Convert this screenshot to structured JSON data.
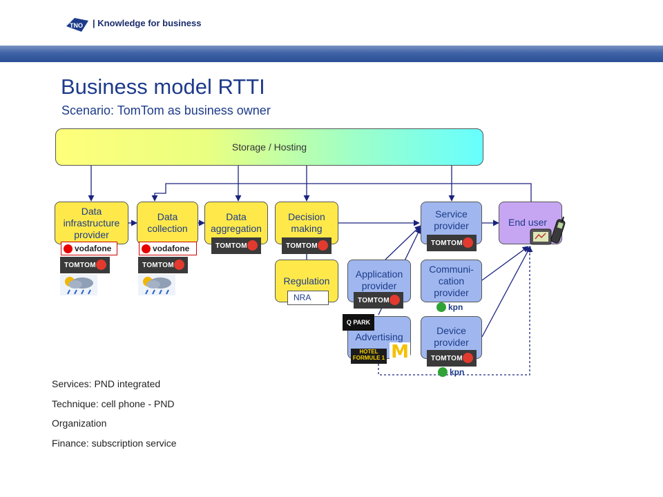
{
  "header": {
    "tagline": "| Knowledge for business"
  },
  "slide": {
    "title": "Business model RTTI",
    "subtitle": "Scenario: TomTom as business owner"
  },
  "nodes": {
    "storage": "Storage / Hosting",
    "data_infrastructure_provider": [
      "Data",
      "infrastructure",
      "provider"
    ],
    "data_collection": [
      "Data",
      "collection"
    ],
    "data_aggregation": [
      "Data",
      "aggregation"
    ],
    "decision_making": [
      "Decision",
      "making"
    ],
    "regulation": "Regulation",
    "nra": "NRA",
    "service_provider": [
      "Service",
      "provider"
    ],
    "end_user": "End user",
    "application_provider": [
      "Application",
      "provider"
    ],
    "communication_provider": [
      "Communi-",
      "cation",
      "provider"
    ],
    "advertising": "Advertising",
    "device_provider": [
      "Device",
      "provider"
    ]
  },
  "logos": {
    "tomtom": "TOMTOM",
    "vodafone": "vodafone",
    "kpn": "kpn",
    "qpark": "Q PARK",
    "formule1": "HOTEL FORMULE 1",
    "mcdonalds": "M"
  },
  "bullets": [
    "Services: PND integrated",
    "Technique: cell phone - PND",
    "Organization",
    "Finance: subscription service"
  ],
  "colors": {
    "title": "#1d3b8a",
    "yellow_box": "#ffe94a",
    "blue_box": "#9fb7ee",
    "purple_box": "#c6a6f2",
    "arrow": "#1a237e",
    "banner": "#3f63a6"
  }
}
